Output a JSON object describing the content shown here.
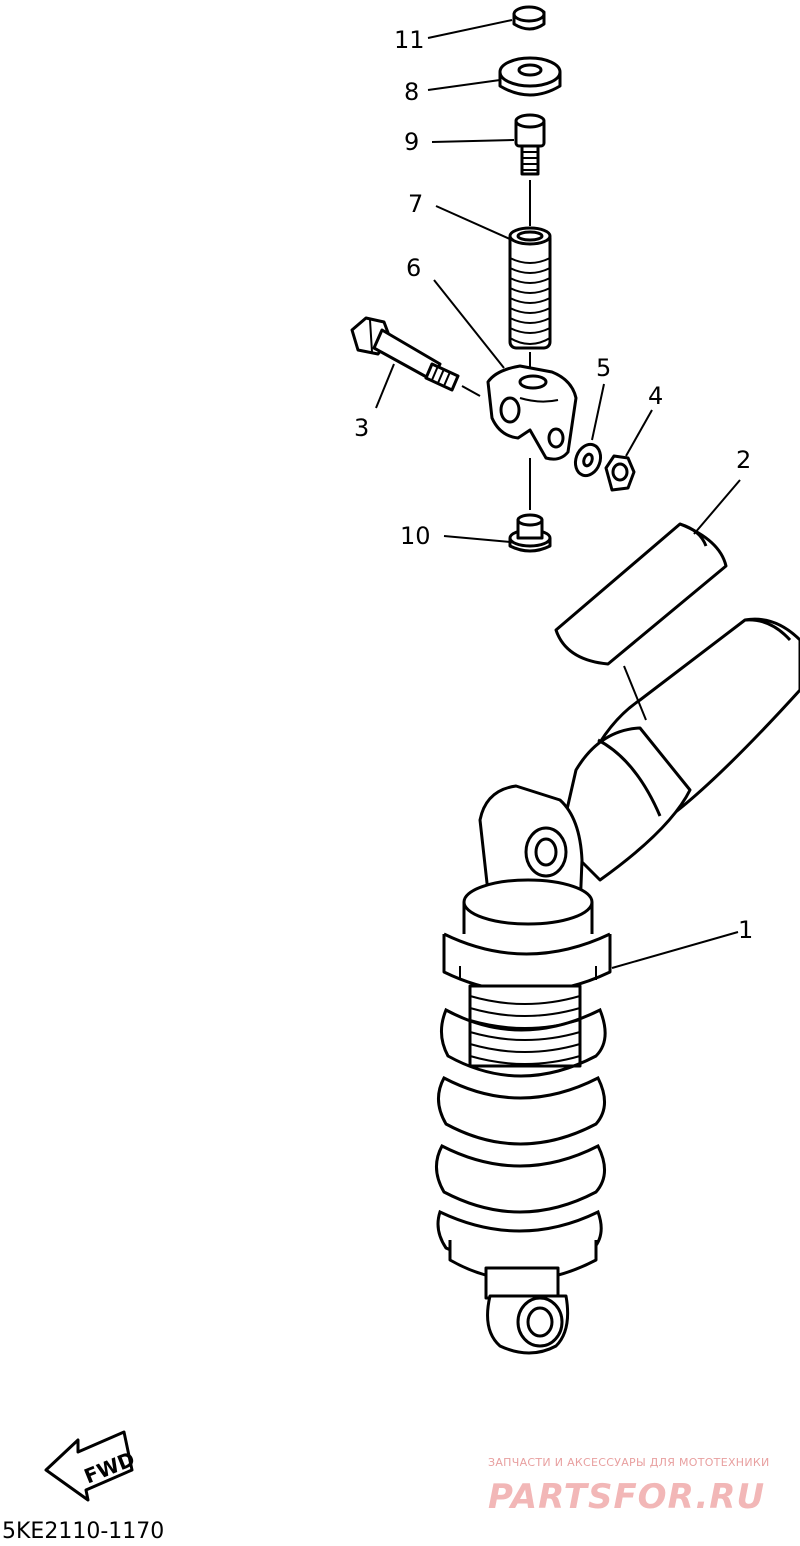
{
  "callouts": {
    "c1": "1",
    "c2": "2",
    "c3": "3",
    "c4": "4",
    "c5": "5",
    "c6": "6",
    "c7": "7",
    "c8": "8",
    "c9": "9",
    "c10": "10",
    "c11": "11"
  },
  "diagram_code": "5KE2110-1170",
  "fwd_label": "FWD",
  "watermark": {
    "tagline": "ЗАПЧАСТИ И АКСЕССУАРЫ ДЛЯ МОТОТЕХНИКИ",
    "brand": "PARTSFOR.RU",
    "color": "#f2b7b7"
  }
}
